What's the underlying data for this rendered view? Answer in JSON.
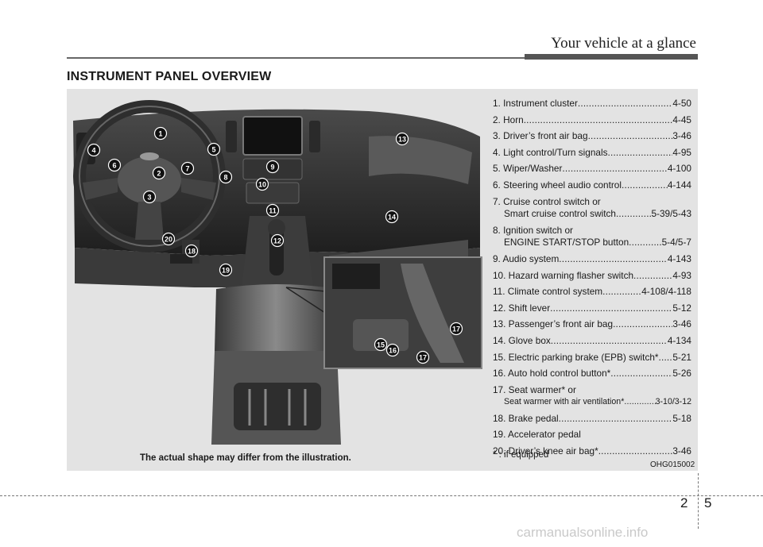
{
  "header": {
    "title": "Your vehicle at a glance"
  },
  "section_title": "INSTRUMENT PANEL OVERVIEW",
  "items": [
    {
      "name": "1. Instrument cluster",
      "page": "4-50"
    },
    {
      "name": "2. Horn",
      "page": "4-45"
    },
    {
      "name": "3. Driver’s front air bag",
      "page": "3-46"
    },
    {
      "name": "4. Light control/Turn signals",
      "page": "4-95"
    },
    {
      "name": "5. Wiper/Washer",
      "page": "4-100"
    },
    {
      "name": "6. Steering wheel audio control",
      "page": "4-144"
    },
    {
      "name": "7. Cruise control switch or",
      "sub": "Smart cruise control switch",
      "page": "5-39/5-43"
    },
    {
      "name": "8. Ignition switch or",
      "sub": "ENGINE START/STOP button",
      "page": "5-4/5-7"
    },
    {
      "name": "9. Audio system",
      "page": "4-143"
    },
    {
      "name": "10. Hazard warning flasher switch",
      "page": "4-93"
    },
    {
      "name": "11. Climate control system",
      "page": "4-108/4-118"
    },
    {
      "name": "12. Shift lever",
      "page": "5-12"
    },
    {
      "name": "13. Passenger’s front air bag",
      "page": "3-46"
    },
    {
      "name": "14. Glove box",
      "page": "4-134"
    },
    {
      "name": "15. Electric parking brake (EPB) switch*",
      "page": "5-21"
    },
    {
      "name": "16. Auto hold control button*",
      "page": "5-26"
    },
    {
      "name": "17. Seat warmer* or",
      "sub": "Seat warmer with air ventilation*",
      "page": "3-10/3-12"
    },
    {
      "name": "18. Brake pedal",
      "page": "5-18"
    },
    {
      "name": "19. Accelerator pedal",
      "page": ""
    },
    {
      "name": "20. Driver’s knee air bag*",
      "page": "3-46"
    }
  ],
  "callouts": [
    "1",
    "2",
    "3",
    "4",
    "5",
    "6",
    "7",
    "8",
    "9",
    "10",
    "11",
    "12",
    "13",
    "14",
    "15",
    "16",
    "17",
    "17",
    "18",
    "19",
    "20"
  ],
  "footnote": "* : if equipped",
  "caption": "The actual shape may differ from the illustration.",
  "figure_code": "OHG015002",
  "page_number": {
    "chapter": "2",
    "page": "5"
  },
  "watermark": "carmanualsonline.info"
}
